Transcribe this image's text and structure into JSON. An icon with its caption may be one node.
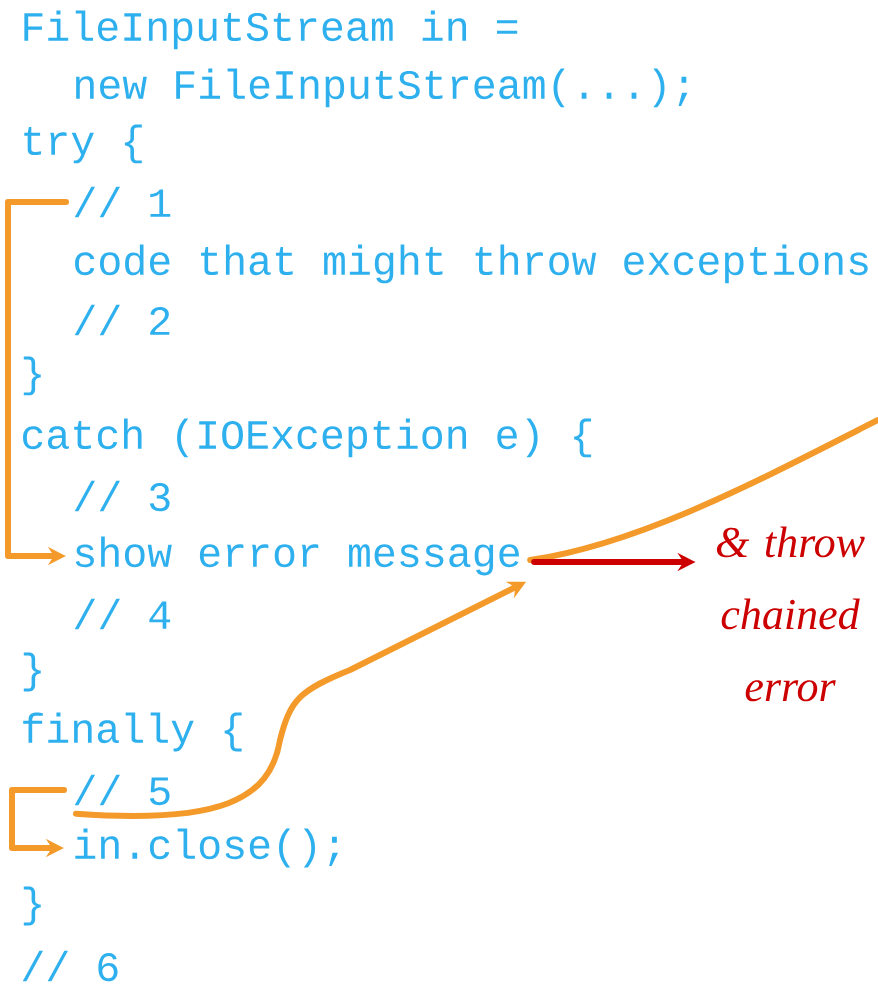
{
  "diagram": {
    "nodes": [
      {
        "text": [
          "FileInputStream in ="
        ]
      },
      {
        "text": [
          "new FileInputStream(...);"
        ]
      },
      {
        "text": [
          "try {"
        ]
      },
      {
        "text": [
          "// 1"
        ]
      },
      {
        "text": [
          "code that might throw exceptions"
        ]
      },
      {
        "text": [
          "// 2"
        ]
      },
      {
        "text": [
          "}"
        ]
      },
      {
        "text": [
          "catch (IOException e) {"
        ]
      },
      {
        "text": [
          "// 3"
        ]
      },
      {
        "text": [
          "show error message"
        ]
      },
      {
        "text": [
          "// 4"
        ]
      },
      {
        "text": [
          "}"
        ]
      },
      {
        "text": [
          "finally {"
        ]
      },
      {
        "text": [
          "// 5"
        ]
      },
      {
        "text": [
          "in.close();"
        ]
      },
      {
        "text": [
          "}"
        ]
      },
      {
        "text": [
          "// 6"
        ]
      },
      {
        "text": [
          "& throw chained error"
        ]
      }
    ],
    "edges": [
      {
        "from": 3,
        "to": 9,
        "arrow": "to"
      },
      {
        "from": 9,
        "to": null,
        "arrow": "none"
      },
      {
        "from": 13,
        "to": 9,
        "arrow": "to"
      },
      {
        "from": 13,
        "to": 14,
        "arrow": "to"
      },
      {
        "from": 9,
        "to": 17,
        "arrow": "to",
        "color": "#cc0000"
      }
    ]
  }
}
